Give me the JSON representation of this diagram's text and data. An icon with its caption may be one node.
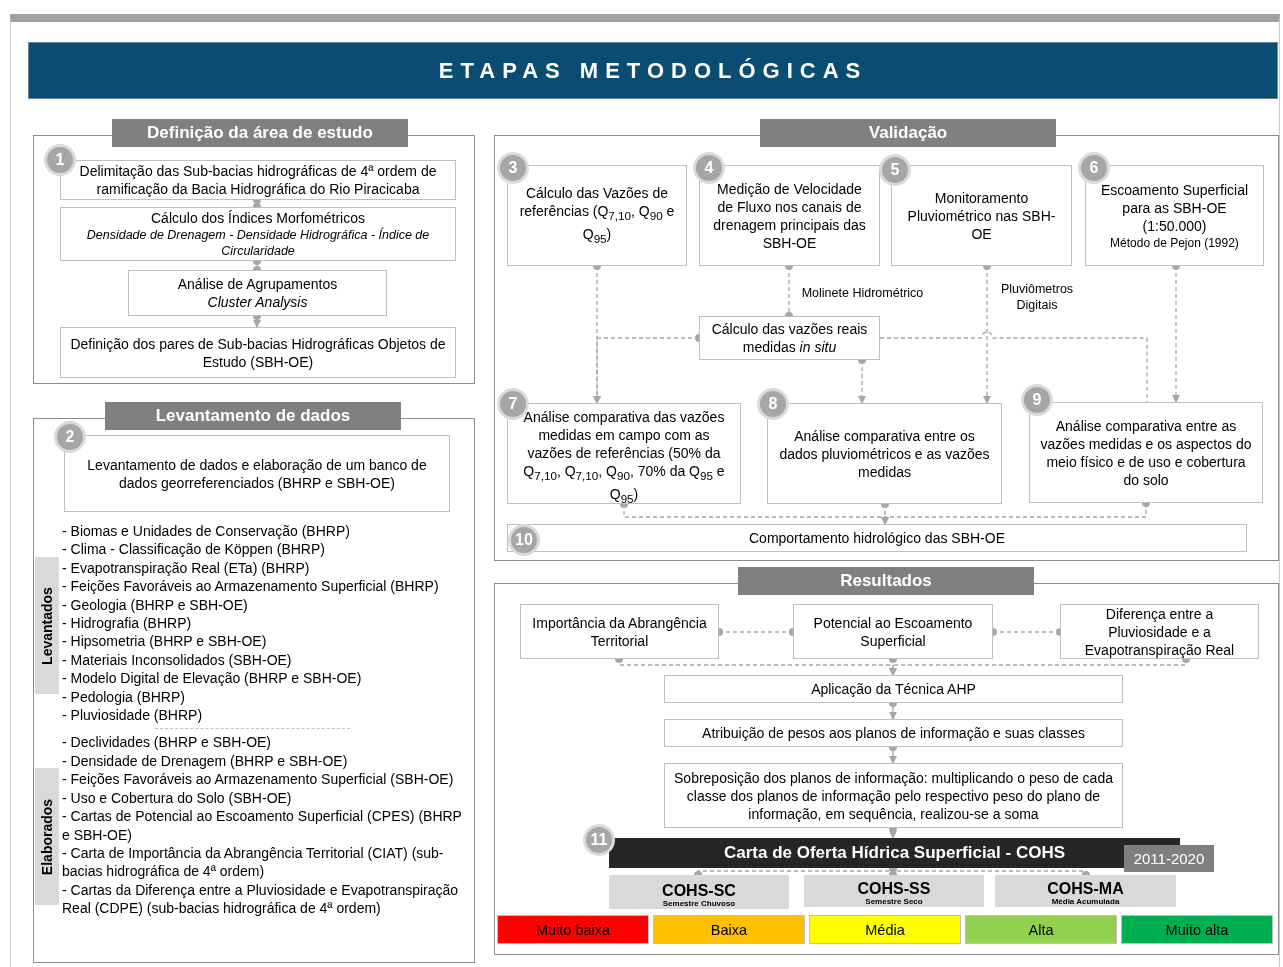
{
  "diagram": {
    "title": "ETAPAS METODOLÓGICAS",
    "nodes": [
      {
        "text": [
          "Definição da área de estudo"
        ]
      },
      {
        "text": [
          "1",
          "Delimitação das Sub-bacias hidrográficas de 4ª ordem de ramificação da Bacia Hidrográfica do Rio Piracicaba"
        ],
        "in": 0
      },
      {
        "text": [
          "Cálculo dos Índices Morfométricos",
          "Densidade de Drenagem - Densidade Hidrográfica - Índice de Circularidade"
        ],
        "in": 0
      },
      {
        "text": [
          "Análise de Agrupamentos",
          "Cluster Analysis"
        ],
        "in": 0
      },
      {
        "text": [
          "Definição dos pares de Sub-bacias Hidrográficas Objetos de Estudo (SBH-OE)"
        ],
        "in": 0
      },
      {
        "text": [
          "Levantamento de dados"
        ]
      },
      {
        "text": [
          "2",
          "Levantamento de dados e elaboração de um banco de dados georreferenciados (BHRP e SBH-OE)"
        ],
        "in": 5
      },
      {
        "text": [
          "Levantados"
        ],
        "in": 5
      },
      {
        "text": [
          "Elaborados"
        ],
        "in": 5
      },
      {
        "text": [
          "Validação"
        ]
      },
      {
        "text": [
          "3",
          "Cálculo das Vazões de referências (Q$_{7,10}$, Q$_{90}$ e Q$_{95}$)"
        ],
        "in": 9
      },
      {
        "text": [
          "4",
          "Medição de Velocidade de Fluxo nos canais de drenagem principais das SBH-OE"
        ],
        "in": 9
      },
      {
        "text": [
          "5",
          "Monitoramento Pluviométrico nas SBH-OE"
        ],
        "in": 9
      },
      {
        "text": [
          "6",
          "Escoamento Superficial para as SBH-OE (1:50.000)",
          "Método de Pejon (1992)"
        ],
        "in": 9
      },
      {
        "text": [
          "Cálculo das vazões reais medidas *in situ*"
        ],
        "in": 9
      },
      {
        "text": [
          "7",
          "Análise comparativa das vazões medidas em campo com as vazões de referências (50% da Q$_{7,10}$, Q$_{7,10}$, Q$_{90}$, 70% da Q$_{95}$ e Q$_{95}$)"
        ],
        "in": 9
      },
      {
        "text": [
          "8",
          "Análise comparativa entre os dados pluviométricos e as vazões medidas"
        ],
        "in": 9
      },
      {
        "text": [
          "9",
          "Análise comparativa entre as vazões medidas e os aspectos do meio físico e de uso e cobertura do solo"
        ],
        "in": 9
      },
      {
        "text": [
          "10",
          "Comportamento hidrológico das SBH-OE"
        ],
        "in": 9
      },
      {
        "text": [
          "Resultados"
        ]
      },
      {
        "text": [
          "Importância da Abrangência Territorial"
        ],
        "in": 19
      },
      {
        "text": [
          "Potencial ao Escoamento Superficial"
        ],
        "in": 19
      },
      {
        "text": [
          "Diferença entre a Pluviosidade e a Evapotranspiração Real"
        ],
        "in": 19
      },
      {
        "text": [
          "Aplicação da Técnica AHP"
        ],
        "in": 19
      },
      {
        "text": [
          "Atribuição de pesos aos planos de informação e suas classes"
        ],
        "in": 19
      },
      {
        "text": [
          "Sobreposição dos planos de informação: multiplicando o peso de cada classe dos planos de informação pelo respectivo peso do plano de informação, em sequência, realizou-se a soma"
        ],
        "in": 19
      },
      {
        "text": [
          "11",
          "Carta de Oferta Hídrica Superficial - COHS"
        ],
        "in": 19
      },
      {
        "text": [
          "2011-2020"
        ],
        "in": 19
      },
      {
        "text": [
          "COHS-SC",
          "Semestre Chuvoso"
        ],
        "in": 19
      },
      {
        "text": [
          "COHS-SS",
          "Semestre Seco"
        ],
        "in": 19
      },
      {
        "text": [
          "COHS-MA",
          "Média Acumulada"
        ],
        "in": 19
      }
    ],
    "edges": [
      {
        "from": 1,
        "to": 2,
        "arrow": "other"
      },
      {
        "from": 2,
        "to": 3,
        "arrow": "other"
      },
      {
        "from": 3,
        "to": 4,
        "arrow": "to"
      },
      {
        "from": 10,
        "to": 15,
        "arrow": "to",
        "style": "dashed"
      },
      {
        "from": 11,
        "to": 14,
        "arrow": "other",
        "style": "dashed",
        "label": "Molinete Hidrométrico"
      },
      {
        "from": 14,
        "to": 15,
        "arrow": "to",
        "style": "dashed"
      },
      {
        "from": 14,
        "to": 16,
        "arrow": "to",
        "style": "dashed"
      },
      {
        "from": 14,
        "to": 17,
        "arrow": "none",
        "style": "dashed"
      },
      {
        "from": 12,
        "to": 16,
        "arrow": "to",
        "style": "dashed",
        "label": "Pluviômetros Digitais"
      },
      {
        "from": 13,
        "to": 17,
        "arrow": "to",
        "style": "dashed"
      },
      {
        "from": 15,
        "to": 18,
        "arrow": "to",
        "style": "dashed"
      },
      {
        "from": 16,
        "to": 18,
        "arrow": "to",
        "style": "dashed"
      },
      {
        "from": 17,
        "to": 18,
        "arrow": "to",
        "style": "dashed"
      },
      {
        "from": 20,
        "to": 21,
        "arrow": "other",
        "style": "dashed"
      },
      {
        "from": 21,
        "to": 22,
        "arrow": "other",
        "style": "dashed"
      },
      {
        "from": 20,
        "to": 23,
        "arrow": "to",
        "style": "dashed"
      },
      {
        "from": 21,
        "to": 23,
        "arrow": "to",
        "style": "dashed"
      },
      {
        "from": 22,
        "to": 23,
        "arrow": "to",
        "style": "dashed"
      },
      {
        "from": 23,
        "to": 24,
        "arrow": "to"
      },
      {
        "from": 24,
        "to": 25,
        "arrow": "to"
      },
      {
        "from": 25,
        "to": 26,
        "arrow": "to"
      },
      {
        "from": 26,
        "to": 28,
        "arrow": "other",
        "style": "dashed"
      },
      {
        "from": 26,
        "to": 29,
        "arrow": "other",
        "style": "dashed"
      },
      {
        "from": 26,
        "to": 30,
        "arrow": "other",
        "style": "dashed"
      }
    ],
    "labels": [
      "- Biomas e Unidades de Conservação (BHRP)",
      "- Clima - Classificação de Köppen (BHRP)",
      "- Evapotranspiração Real (ETa) (BHRP)",
      "- Feições Favoráveis ao Armazenamento Superficial (BHRP)",
      "- Geologia (BHRP e SBH-OE)",
      "- Hidrografia (BHRP)",
      "- Hipsometria (BHRP e SBH-OE)",
      "- Materiais Inconsolidados (SBH-OE)",
      "- Modelo Digital de Elevação (BHRP e SBH-OE)",
      "- Pedologia (BHRP)",
      "- Pluviosidade (BHRP)",
      "- Declividades (BHRP e SBH-OE)",
      "- Densidade de Drenagem (BHRP e SBH-OE)",
      "- Feições Favoráveis ao Armazenamento Superficial (SBH-OE)",
      "- Uso e Cobertura do Solo (SBH-OE)",
      "- Cartas de Potencial ao Escoamento Superficial (CPES) (BHRP e SBH-OE)",
      "- Carta de Importância da Abrangência Territorial (CIAT) (sub-bacias hidrográfica de 4ª ordem)",
      "- Cartas da Diferença entre a Pluviosidade e Evapotranspiração Real (CDPE) (sub-bacias hidrográfica de 4ª ordem)"
    ],
    "legend": [
      {
        "text": "Muito baixa",
        "color": "#ff0000"
      },
      {
        "text": "Baixa",
        "color": "#ffc000"
      },
      {
        "text": "Média",
        "color": "#ffff00"
      },
      {
        "text": "Alta",
        "color": "#92d050"
      },
      {
        "text": "Muito alta",
        "color": "#00b050"
      }
    ]
  }
}
